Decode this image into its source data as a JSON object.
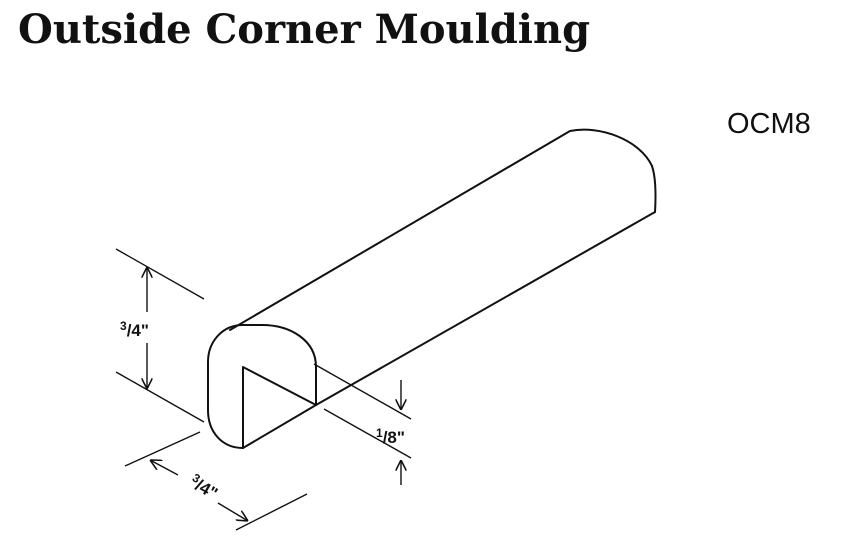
{
  "title": "Outside Corner Moulding",
  "product_code": "OCM8",
  "dimensions": {
    "height": {
      "num": "3",
      "den": "4",
      "unit": "\""
    },
    "width": {
      "num": "3",
      "den": "4",
      "unit": "\""
    },
    "thickness": {
      "num": "1",
      "den": "8",
      "unit": "\""
    }
  },
  "colors": {
    "ink": "#111111",
    "background": "#ffffff"
  }
}
